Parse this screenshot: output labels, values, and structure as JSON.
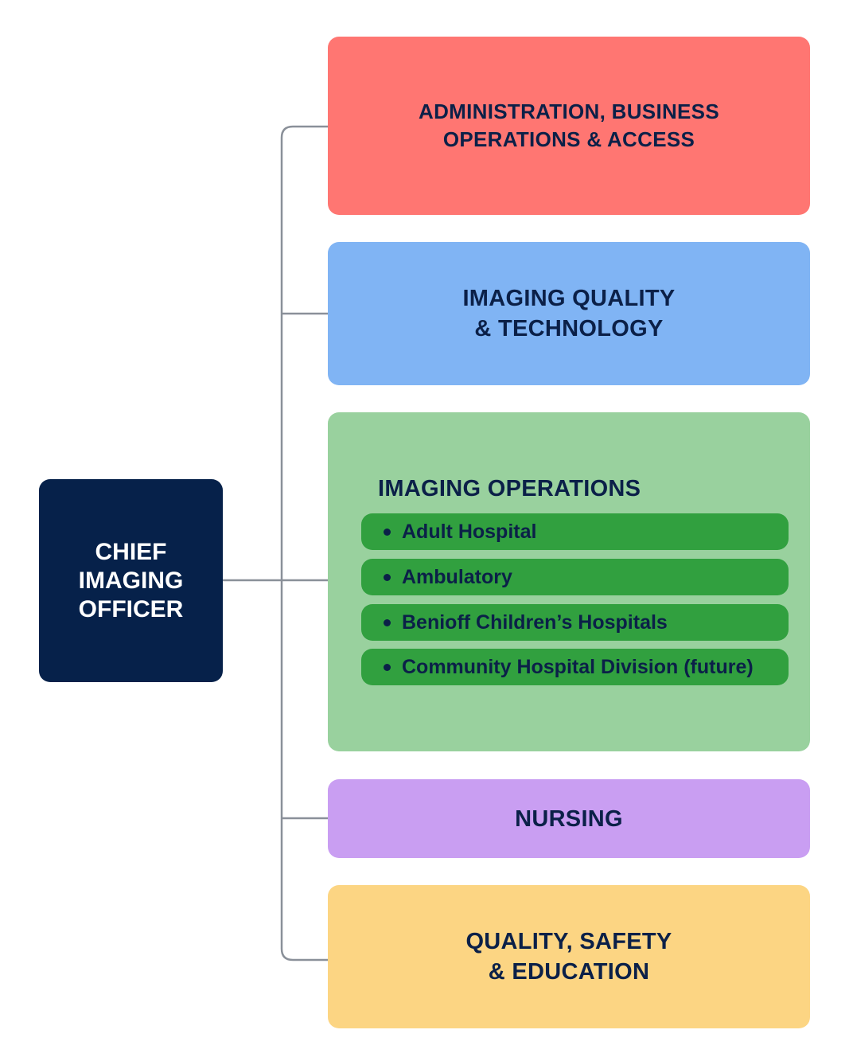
{
  "root": {
    "label": "CHIEF\nIMAGING\nOFFICER",
    "color": "#06214a"
  },
  "branches": [
    {
      "id": "admin",
      "label": "ADMINISTRATION, BUSINESS\nOPERATIONS & ACCESS",
      "color": "#ff7672"
    },
    {
      "id": "iqt",
      "label": "IMAGING QUALITY\n& TECHNOLOGY",
      "color": "#80b4f4"
    },
    {
      "id": "ops",
      "label": "IMAGING OPERATIONS",
      "color": "#99d19e",
      "items": [
        "Adult Hospital",
        "Ambulatory",
        "Benioff Children’s Hospitals",
        "Community Hospital Division (future)"
      ],
      "item_color": "#31a03f"
    },
    {
      "id": "nursing",
      "label": "NURSING",
      "color": "#c99ef2"
    },
    {
      "id": "qse",
      "label": "QUALITY, SAFETY\n& EDUCATION",
      "color": "#fcd583"
    }
  ],
  "connector_color": "#8a9099"
}
